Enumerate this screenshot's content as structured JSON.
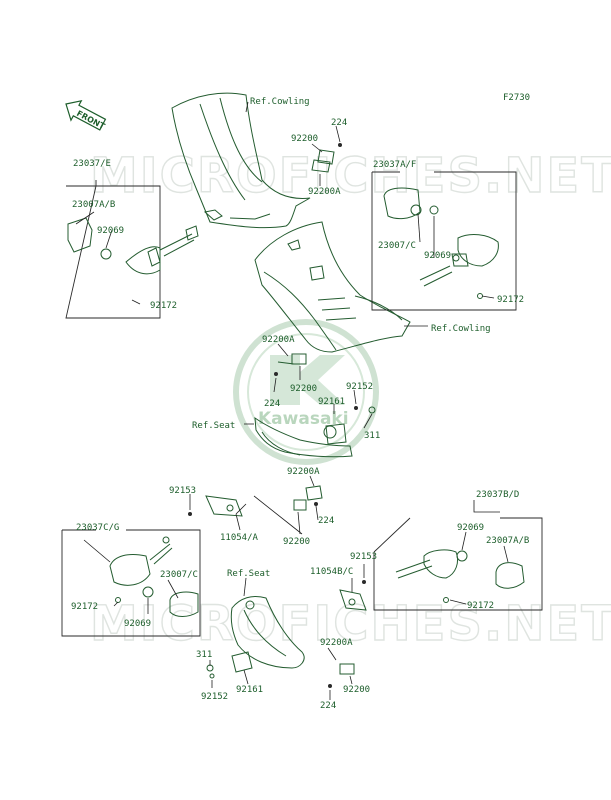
{
  "diagram_code": "F2730",
  "front_marker": "FRONT",
  "watermark": {
    "site_text": "MICROFICHES.NET",
    "brand_text": "Kawasaki"
  },
  "labels": {
    "ref_cowling_top": "Ref.Cowling",
    "ref_cowling_mid": "Ref.Cowling",
    "ref_seat_mid": "Ref.Seat",
    "ref_seat_low": "Ref.Seat",
    "p224_top": "224",
    "p92200_top": "92200",
    "p92200A_top": "92200A",
    "p23037E": "23037/E",
    "p23007AB_left": "23007A/B",
    "p92069_left_top": "92069",
    "p92172_left_top": "92172",
    "p23037AF": "23037A/F",
    "p23007C_right_top": "23007/C",
    "p92069_right_top": "92069",
    "p92172_right_top": "92172",
    "p92200A_mid": "92200A",
    "p92200_mid": "92200",
    "p224_mid": "224",
    "p92152_mid": "92152",
    "p92161_mid": "92161",
    "p311_mid": "311",
    "p92200A_low": "92200A",
    "p92153_left": "92153",
    "p224_low": "224",
    "p11054A": "11054/A",
    "p92200_low": "92200",
    "p23037BD": "23037B/D",
    "p92069_right_low": "92069",
    "p23007AB_right": "23007A/B",
    "p92153_right": "92153",
    "p11054BC": "11054B/C",
    "p92172_right_low": "92172",
    "p23037CG": "23037C/G",
    "p23007C_left_low": "23007/C",
    "p92172_left_low": "92172",
    "p92069_left_low": "92069",
    "p92200A_bottom": "92200A",
    "p311_bottom": "311",
    "p92161_bottom": "92161",
    "p92152_bottom": "92152",
    "p224_bottom": "224",
    "p92200_bottom": "92200"
  }
}
